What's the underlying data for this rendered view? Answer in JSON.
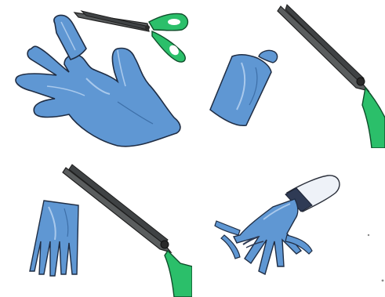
{
  "panels": [
    {
      "id": "step-1",
      "icon": "glove-and-scissors-icon"
    },
    {
      "id": "step-2",
      "icon": "cut-finger-tube-icon"
    },
    {
      "id": "step-3",
      "icon": "fringed-strip-icon"
    },
    {
      "id": "step-4",
      "icon": "finger-puppet-squid-icon"
    }
  ],
  "colors": {
    "glove_blue": "#5f97d3",
    "glove_outline": "#2b3a55",
    "scissor_blade": "#5a5d5e",
    "scissor_handle": "#2bbf6a",
    "background": "#ffffff"
  }
}
